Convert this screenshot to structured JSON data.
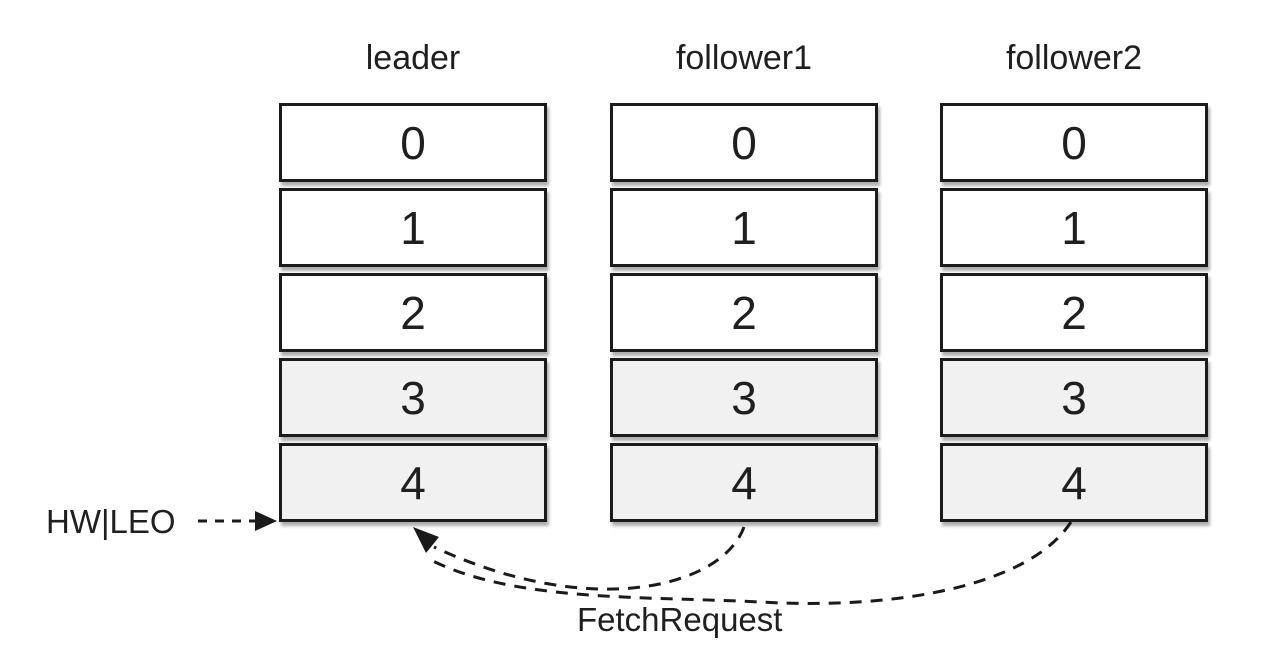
{
  "diagram": {
    "title": "replicated-log-fetch-request",
    "columns": [
      {
        "label": "leader",
        "entries": [
          {
            "label": "0",
            "highlighted": false
          },
          {
            "label": "1",
            "highlighted": false
          },
          {
            "label": "2",
            "highlighted": false
          },
          {
            "label": "3",
            "highlighted": true
          },
          {
            "label": "4",
            "highlighted": true
          }
        ]
      },
      {
        "label": "follower1",
        "entries": [
          {
            "label": "0",
            "highlighted": false
          },
          {
            "label": "1",
            "highlighted": false
          },
          {
            "label": "2",
            "highlighted": false
          },
          {
            "label": "3",
            "highlighted": true
          },
          {
            "label": "4",
            "highlighted": true
          }
        ]
      },
      {
        "label": "follower2",
        "entries": [
          {
            "label": "0",
            "highlighted": false
          },
          {
            "label": "1",
            "highlighted": false
          },
          {
            "label": "2",
            "highlighted": false
          },
          {
            "label": "3",
            "highlighted": true
          },
          {
            "label": "4",
            "highlighted": true
          }
        ]
      }
    ],
    "annotations": {
      "hw_leo_label": "HW|LEO",
      "fetch_request_label": "FetchRequest"
    },
    "colors": {
      "background": "#ffffff",
      "entry_fill": "#ffffff",
      "entry_fill_highlighted": "#f1f1f1",
      "entry_border": "#1b1b1b",
      "arrow": "#1a1a1a",
      "text": "#1f1f1f"
    }
  }
}
